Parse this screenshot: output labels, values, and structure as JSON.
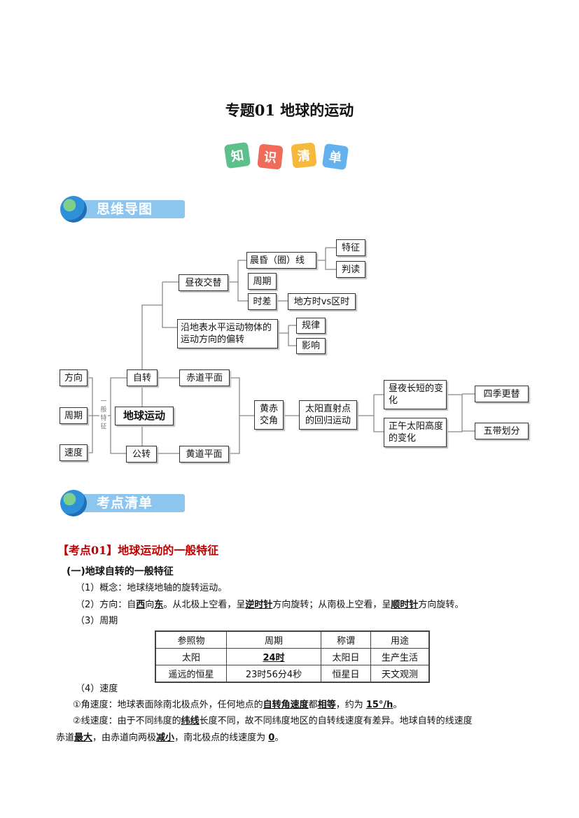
{
  "title": "专题01  地球的运动",
  "badge": [
    "知",
    "识",
    "清",
    "单"
  ],
  "sections": {
    "mindmap": "思维导图",
    "checklist": "考点清单"
  },
  "mindmap": {
    "root": "地球运动",
    "left": [
      "方向",
      "周期",
      "速度"
    ],
    "left_label": "一般特征",
    "rotation": "自转",
    "revolution": "公转",
    "equator_plane": "赤道平面",
    "ecliptic_plane": "黄道平面",
    "obliquity": "黄赤交角",
    "sun_migration": "太阳直射点的回归运动",
    "day_length": "昼夜长短的变化",
    "noon_altitude": "正午太阳高度的变化",
    "seasons": "四季更替",
    "zones": "五带划分",
    "day_night": "昼夜交替",
    "deflection": "沿地表水平运动物体的运动方向的偏转",
    "terminator": "晨昏（圈）线",
    "period": "周期",
    "time_diff": "时差",
    "local_vs_zone": "地方时vs区时",
    "features": "特征",
    "reading": "判读",
    "rule": "规律",
    "influence": "影响"
  },
  "content": {
    "heading": "【考点01】地球运动的一般特征",
    "subheading": "(一)地球自转的一般特征",
    "concept": "（1）概念：地球绕地轴的旋转运动。",
    "dir": {
      "a": "（2）方向：自",
      "b": "西",
      "c": "向",
      "d": "东",
      "e": "。从北极上空看，呈",
      "f": "逆时针",
      "g": "方向旋转；从南极上空看，呈",
      "h": "顺时针",
      "i": "方向旋转。"
    },
    "period_label": "（3）周期",
    "table": {
      "headers": [
        "参照物",
        "周期",
        "称谓",
        "用途"
      ],
      "rows": [
        [
          "太阳",
          "24时",
          "太阳日",
          "生产生活"
        ],
        [
          "遥远的恒星",
          "23时56分4秒",
          "恒星日",
          "天文观测"
        ]
      ]
    },
    "speed_label": "（4）速度",
    "angular": {
      "a": "①角速度：地球表面除南北极点外，任何地点的",
      "b": "自转角速度",
      "c": "都",
      "d": "相等",
      "e": "，约为 ",
      "f": "15°/h",
      "g": "。"
    },
    "linear": {
      "a": "②线速度：由于不同纬度的",
      "b": "纬线",
      "c": "长度不同，故不同纬度地区的自转线速度有差异。地球自转的线速度",
      "d": "赤道",
      "e": "最大",
      "f": "，由赤道向两极",
      "g": "减小",
      "h": "，南北极点的线速度为 ",
      "i": "0",
      "j": "。"
    }
  }
}
